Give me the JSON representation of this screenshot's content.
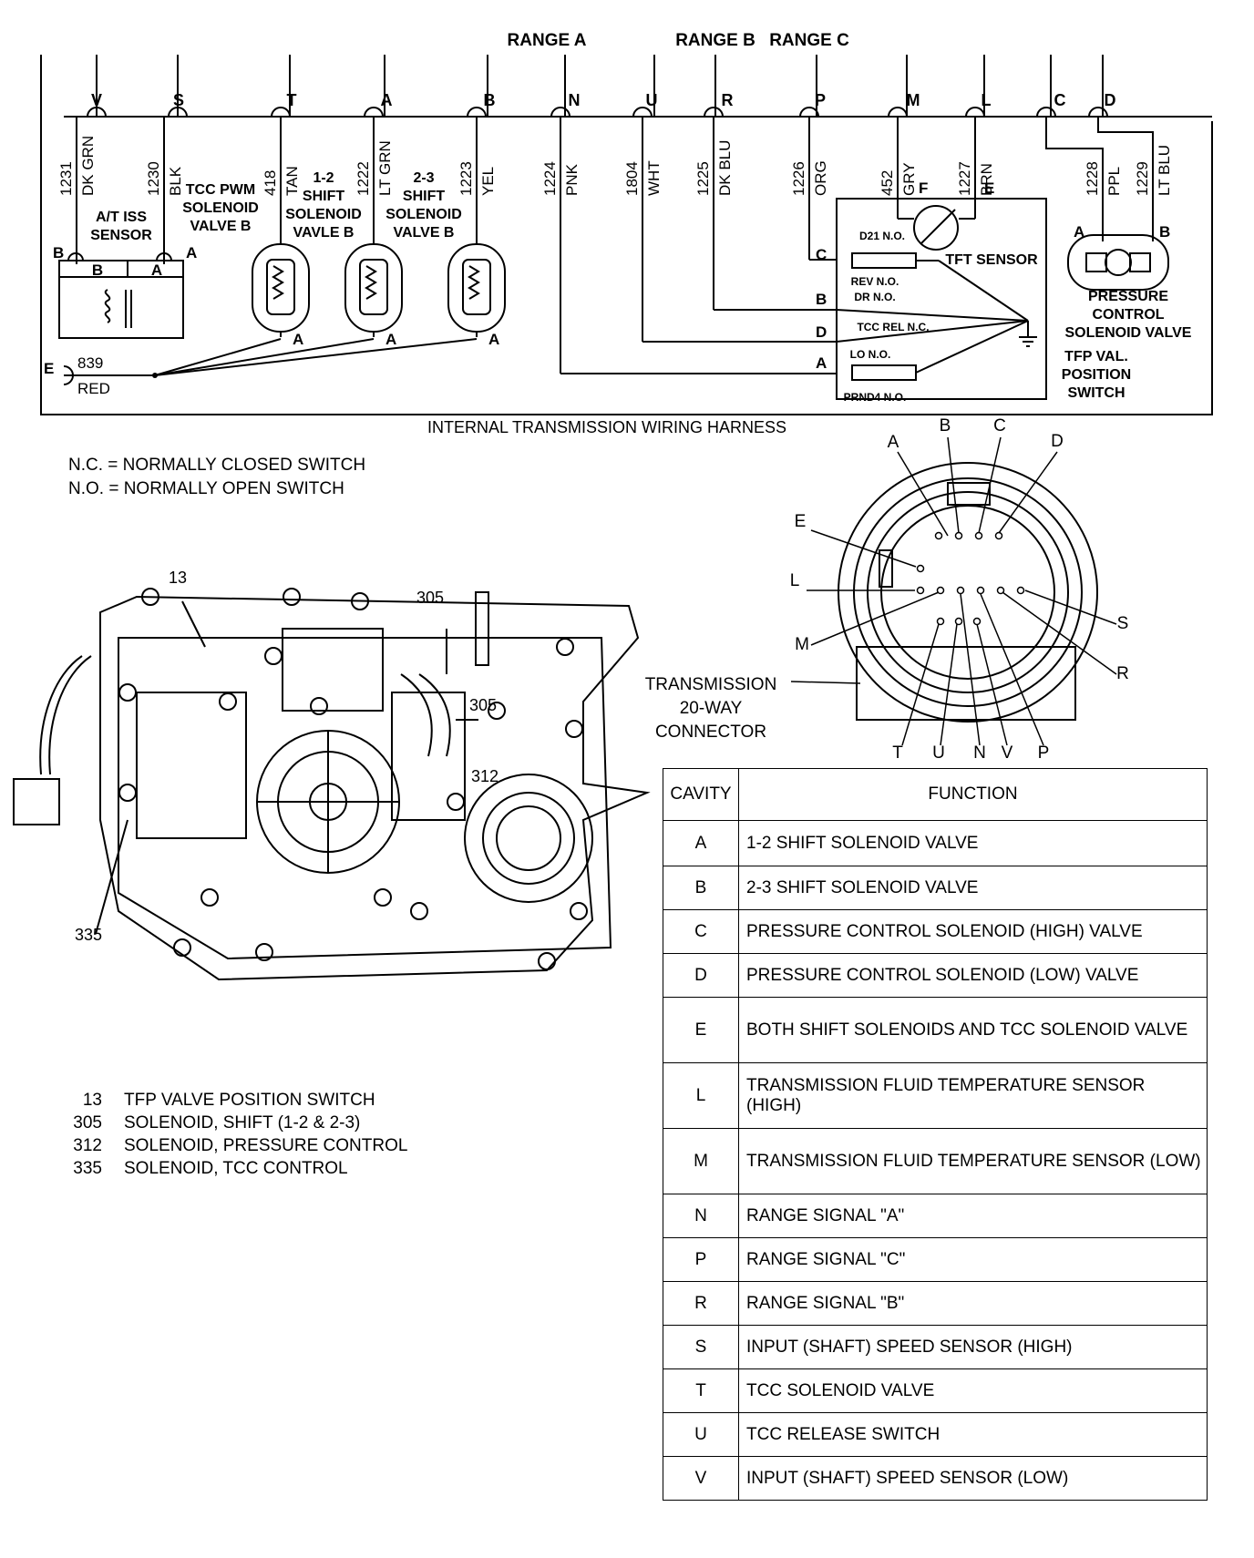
{
  "range_labels": [
    "RANGE A",
    "RANGE B",
    "RANGE C"
  ],
  "pins_top": [
    "V",
    "S",
    "T",
    "A",
    "B",
    "N",
    "U",
    "R",
    "P",
    "M",
    "L",
    "C",
    "D"
  ],
  "wires": [
    {
      "circuit": "1231",
      "color": "DK GRN"
    },
    {
      "circuit": "1230",
      "color": "BLK"
    },
    {
      "circuit": "418",
      "color": "TAN"
    },
    {
      "circuit": "1222",
      "color": "LT GRN"
    },
    {
      "circuit": "1223",
      "color": "YEL"
    },
    {
      "circuit": "1224",
      "color": "PNK"
    },
    {
      "circuit": "1804",
      "color": "WHT"
    },
    {
      "circuit": "1225",
      "color": "DK BLU"
    },
    {
      "circuit": "1226",
      "color": "ORG"
    },
    {
      "circuit": "452",
      "color": "GRY"
    },
    {
      "circuit": "1227",
      "color": "BRN"
    },
    {
      "circuit": "1228",
      "color": "PPL"
    },
    {
      "circuit": "1229",
      "color": "LT BLU"
    }
  ],
  "components": {
    "iss_sensor": [
      "A/T ISS",
      "SENSOR"
    ],
    "tcc_pwm": [
      "TCC PWM",
      "SOLENOID",
      "VALVE B"
    ],
    "shift12": [
      "1-2",
      "SHIFT",
      "SOLENOID",
      "VAVLE B"
    ],
    "shift23": [
      "2-3",
      "SHIFT",
      "SOLENOID",
      "VALVE B"
    ],
    "tft_sensor": "TFT SENSOR",
    "pcs_valve": [
      "PRESSURE",
      "CONTROL",
      "SOLENOID VALVE"
    ],
    "tfp_switch": [
      "TFP VAL.",
      "POSITION",
      "SWITCH"
    ]
  },
  "switch_labels": [
    "D21 N.O.",
    "REV N.O.",
    "DR N.O.",
    "TCC REL N.C.",
    "LO N.O.",
    "PRND4 N.O."
  ],
  "pin_letters": {
    "b": "B",
    "a": "A",
    "e": "E",
    "c": "C",
    "d": "D",
    "f": "F"
  },
  "circuit_839": "839",
  "circuit_839_color": "RED",
  "harness_title": "INTERNAL TRANSMISSION WIRING HARNESS",
  "notes": [
    "N.C. = NORMALLY CLOSED SWITCH",
    "N.O. = NORMALLY OPEN SWITCH"
  ],
  "callouts": [
    "13",
    "305",
    "305",
    "312",
    "335"
  ],
  "legend": [
    {
      "num": "13",
      "text": "TFP VALVE POSITION SWITCH"
    },
    {
      "num": "305",
      "text": "SOLENOID, SHIFT (1-2 & 2-3)"
    },
    {
      "num": "312",
      "text": "SOLENOID, PRESSURE CONTROL"
    },
    {
      "num": "335",
      "text": "SOLENOID, TCC CONTROL"
    }
  ],
  "connector_title": [
    "TRANSMISSION",
    "20-WAY",
    "CONNECTOR"
  ],
  "connector_letters": [
    "A",
    "B",
    "C",
    "D",
    "E",
    "L",
    "M",
    "S",
    "R",
    "T",
    "U",
    "N",
    "V",
    "P"
  ],
  "table": {
    "headers": [
      "CAVITY",
      "FUNCTION"
    ],
    "rows": [
      {
        "cavity": "A",
        "function": "1-2 SHIFT SOLENOID VALVE"
      },
      {
        "cavity": "B",
        "function": "2-3 SHIFT SOLENOID VALVE"
      },
      {
        "cavity": "C",
        "function": "PRESSURE CONTROL SOLENOID (HIGH) VALVE"
      },
      {
        "cavity": "D",
        "function": "PRESSURE CONTROL SOLENOID (LOW) VALVE"
      },
      {
        "cavity": "E",
        "function": "BOTH SHIFT SOLENOIDS AND TCC SOLENOID VALVE"
      },
      {
        "cavity": "L",
        "function": "TRANSMISSION FLUID TEMPERATURE SENSOR (HIGH)"
      },
      {
        "cavity": "M",
        "function": "TRANSMISSION FLUID TEMPERATURE SENSOR (LOW)"
      },
      {
        "cavity": "N",
        "function": "RANGE SIGNAL \"A\""
      },
      {
        "cavity": "P",
        "function": "RANGE SIGNAL \"C\""
      },
      {
        "cavity": "R",
        "function": "RANGE SIGNAL \"B\""
      },
      {
        "cavity": "S",
        "function": "INPUT (SHAFT) SPEED SENSOR (HIGH)"
      },
      {
        "cavity": "T",
        "function": "TCC SOLENOID VALVE"
      },
      {
        "cavity": "U",
        "function": "TCC RELEASE SWITCH"
      },
      {
        "cavity": "V",
        "function": "INPUT (SHAFT) SPEED SENSOR (LOW)"
      }
    ]
  }
}
